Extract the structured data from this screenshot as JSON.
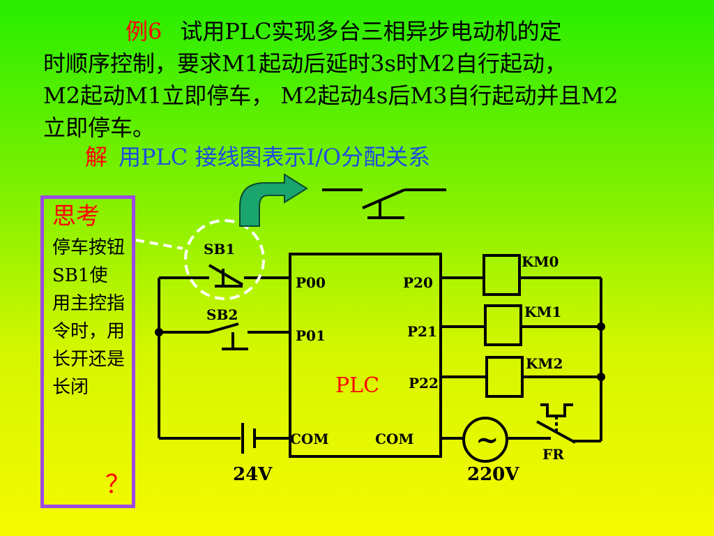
{
  "problem": {
    "example_label": "例6",
    "line1": "试用PLC实现多台三相异步电动机的定",
    "line2": "时顺序控制，要求M1起动后延时3s时M2自行起动，",
    "line3": "M2起动M1立即停车，  M2起动4s后M3自行起动并且M2",
    "line4": "立即停车。"
  },
  "solution": {
    "label": "解",
    "text": "用PLC 接线图表示I/O分配关系"
  },
  "think": {
    "title": "思考",
    "body": "停车按钮SB1使用主控指令时，用长开还是长闭",
    "question_mark": "？"
  },
  "diagram": {
    "plc_label": "PLC",
    "inputs": [
      "P00",
      "P01"
    ],
    "outputs": [
      "P20",
      "P21",
      "P22"
    ],
    "com_left": "COM",
    "com_right": "COM",
    "switch_labels": [
      "SB1",
      "SB2"
    ],
    "coil_labels": [
      "KM0",
      "KM1",
      "KM2"
    ],
    "overload_label": "FR",
    "dc_supply": "24V",
    "ac_supply": "220V",
    "ac_symbol": "~"
  },
  "colors": {
    "highlight_red": "#ff0000",
    "solution_blue": "#1f4be0",
    "box_purple": "#9c4ae4",
    "arrow_fill": "#1aa46e"
  }
}
